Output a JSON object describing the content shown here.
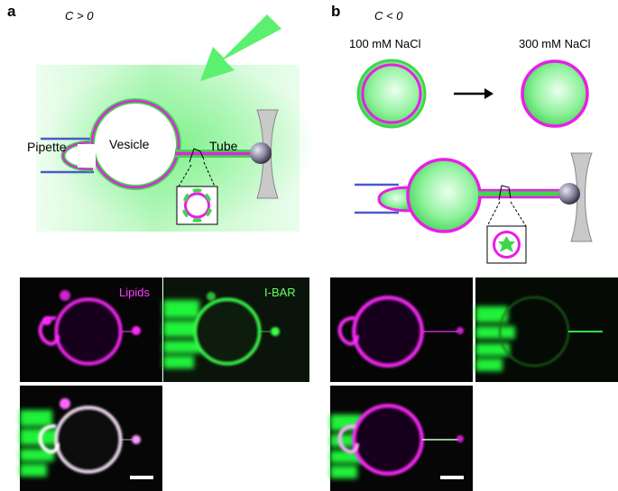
{
  "panel_a": {
    "letter": "a",
    "condition": "C > 0",
    "labels": {
      "pipette": "Pipette",
      "vesicle": "Vesicle",
      "tube": "Tube"
    },
    "channels": {
      "lipids": "Lipids",
      "ibar": "I-BAR"
    }
  },
  "panel_b": {
    "letter": "b",
    "condition": "C < 0",
    "salt_before": "100 mM NaCl",
    "salt_after": "300 mM NaCl"
  },
  "colors": {
    "magenta": "#e81ee8",
    "green": "#3ed64a",
    "light_green": "#b9f5be",
    "blue_pipette": "#4a5bc9",
    "background_micrograph": "#050505"
  }
}
